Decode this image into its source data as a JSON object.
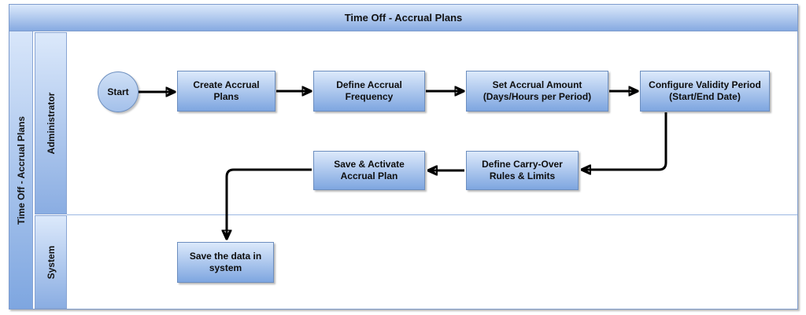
{
  "flowchart": {
    "type": "swimlane-flowchart",
    "title": "Time Off - Accrual Plans",
    "pool_label": "Time Off - Accrual Plans",
    "lanes": [
      "Administrator",
      "System"
    ],
    "nodes": [
      {
        "id": "start",
        "type": "start-event",
        "lane": "Administrator",
        "label": "Start"
      },
      {
        "id": "create-accrual-plans",
        "type": "task",
        "lane": "Administrator",
        "label": "Create Accrual Plans"
      },
      {
        "id": "define-accrual-frequency",
        "type": "task",
        "lane": "Administrator",
        "label": "Define Accrual Frequency"
      },
      {
        "id": "set-accrual-amount",
        "type": "task",
        "lane": "Administrator",
        "label": "Set Accrual Amount (Days/Hours per Period)"
      },
      {
        "id": "configure-validity-period",
        "type": "task",
        "lane": "Administrator",
        "label": "Configure Validity Period (Start/End Date)"
      },
      {
        "id": "define-carry-over-rules",
        "type": "task",
        "lane": "Administrator",
        "label": "Define Carry-Over Rules & Limits"
      },
      {
        "id": "save-activate-accrual-plan",
        "type": "task",
        "lane": "Administrator",
        "label": "Save & Activate Accrual Plan"
      },
      {
        "id": "save-data-in-system",
        "type": "task",
        "lane": "System",
        "label": "Save the data in system"
      }
    ],
    "edges": [
      {
        "from": "start",
        "to": "create-accrual-plans"
      },
      {
        "from": "create-accrual-plans",
        "to": "define-accrual-frequency"
      },
      {
        "from": "define-accrual-frequency",
        "to": "set-accrual-amount"
      },
      {
        "from": "set-accrual-amount",
        "to": "configure-validity-period"
      },
      {
        "from": "configure-validity-period",
        "to": "define-carry-over-rules"
      },
      {
        "from": "define-carry-over-rules",
        "to": "save-activate-accrual-plan"
      },
      {
        "from": "save-activate-accrual-plan",
        "to": "save-data-in-system"
      }
    ],
    "colors": {
      "shape_fill_top": "#dce9fb",
      "shape_fill_bottom": "#7ea6e0",
      "shape_border": "#6c8ebf",
      "lane_border": "#89a5d4",
      "arrow": "#000000",
      "text": "#0e0e0e"
    }
  }
}
